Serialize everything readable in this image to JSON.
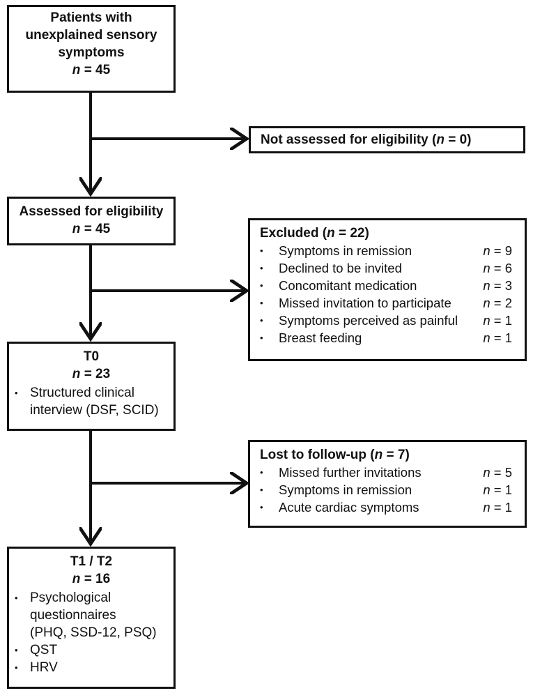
{
  "boxes": {
    "patients": {
      "title_line1": "Patients with",
      "title_line2": "unexplained sensory",
      "title_line3": "symptoms",
      "n_label": "n",
      "n_value": "= 45"
    },
    "not_assessed": {
      "text": "Not assessed for eligibility (",
      "n_label": "n",
      "n_value": "= 0)"
    },
    "assessed": {
      "title": "Assessed for eligibility",
      "n_label": "n",
      "n_value": "= 45"
    },
    "excluded": {
      "title_pre": "Excluded (",
      "n_label": "n",
      "title_post": "= 22)",
      "items": [
        {
          "label": "Symptoms in remission",
          "n_label": "n",
          "value": "= 9"
        },
        {
          "label": "Declined to be invited",
          "n_label": "n",
          "value": "= 6"
        },
        {
          "label": "Concomitant medication",
          "n_label": "n",
          "value": "= 3"
        },
        {
          "label": "Missed invitation to participate",
          "n_label": "n",
          "value": "= 2"
        },
        {
          "label": "Symptoms perceived as painful",
          "n_label": "n",
          "value": "= 1"
        },
        {
          "label": "Breast feeding",
          "n_label": "n",
          "value": "= 1"
        }
      ]
    },
    "t0": {
      "title": "T0",
      "n_label": "n",
      "n_value": "= 23",
      "bullet_line1": "Structured clinical",
      "bullet_line2": "interview (DSF, SCID)"
    },
    "lost": {
      "title_pre": "Lost to follow-up (",
      "n_label": "n",
      "title_post": "= 7)",
      "items": [
        {
          "label": "Missed further invitations",
          "n_label": "n",
          "value": "= 5"
        },
        {
          "label": "Symptoms in remission",
          "n_label": "n",
          "value": "= 1"
        },
        {
          "label": "Acute cardiac symptoms",
          "n_label": "n",
          "value": "= 1"
        }
      ]
    },
    "t1t2": {
      "title": "T1 / T2",
      "n_label": "n",
      "n_value": "= 16",
      "bullet1_line1": "Psychological",
      "bullet1_line2": "questionnaires",
      "bullet1_line3": "(PHQ, SSD-12, PSQ)",
      "bullet2": "QST",
      "bullet3": "HRV"
    }
  },
  "bullet_char": "•"
}
